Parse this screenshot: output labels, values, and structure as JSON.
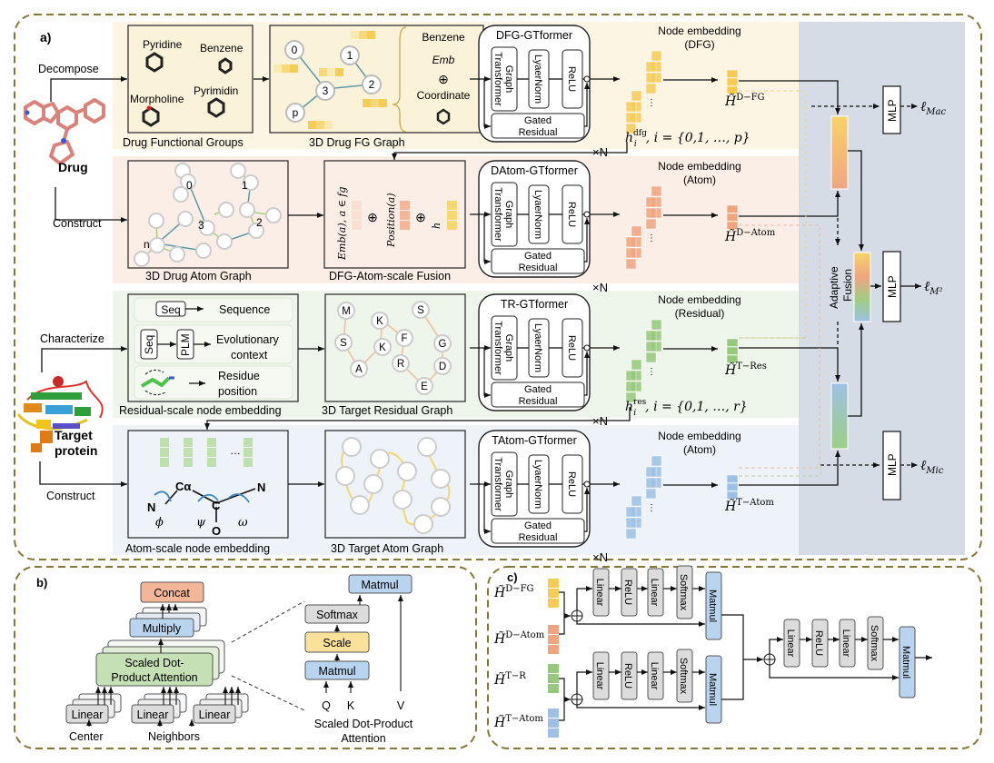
{
  "panel_a": {
    "label": "a)",
    "drug_label": "Drug",
    "protein_label": [
      "Target",
      "protein"
    ],
    "edge_labels": {
      "decompose": "Decompose",
      "construct_drug": "Construct",
      "characterize": "Characterize",
      "construct_protein": "Construct"
    },
    "row1": {
      "fg_box_caption": "Drug Functional Groups",
      "fg_names": [
        "Pyridine",
        "Benzene",
        "Morpholine",
        "Pyrimidin"
      ],
      "graph_caption": "3D Drug FG Graph",
      "graph_nodes": [
        "0",
        "1",
        "2",
        "3",
        "p"
      ],
      "emb_label_top": "Benzene",
      "emb_label_mid": "Emb",
      "emb_plus": "⊕",
      "emb_label_bot": "Coordinate",
      "former_title": "DFG-GTformer",
      "node_emb_title": [
        "Node embedding",
        "(DFG)"
      ],
      "h_tilde": "H̃",
      "h_sup": "D−FG",
      "index_formula": "h",
      "index_sup": "dfg",
      "index_sub": "i",
      "index_set": ", i = {0,1, …, p}"
    },
    "row2": {
      "graph_caption": "3D Drug Atom Graph",
      "graph_nodes": [
        "0",
        "1",
        "2",
        "3",
        "n"
      ],
      "fusion_caption": "DFG-Atom-scale Fusion",
      "fusion_terms": [
        "Emb(a), a ∈ fg",
        "Position(a)",
        "h"
      ],
      "fusion_plus": "⊕",
      "former_title": "DAtom-GTformer",
      "node_emb_title": [
        "Node embedding",
        "(Atom)"
      ],
      "h_sup": "D−Atom"
    },
    "row3": {
      "emb_caption": "Residual-scale node embedding",
      "seq_label": "Seq",
      "plm_label": "PLM",
      "sequence_label": "Sequence",
      "evo_label": [
        "Evolutionary",
        "context"
      ],
      "residue_label": [
        "Residue",
        "position"
      ],
      "graph_caption": "3D Target Residual Graph",
      "graph_nodes": [
        "M",
        "S",
        "A",
        "K",
        "K",
        "F",
        "R",
        "S",
        "G",
        "D",
        "E"
      ],
      "former_title": "TR-GTformer",
      "node_emb_title": [
        "Node embedding",
        "(Residual)"
      ],
      "h_sup": "T−Res",
      "index_sup": "res",
      "index_set": ", i = {0,1, …, r}"
    },
    "row4": {
      "emb_caption": "Atom-scale node embedding",
      "backbone_atoms": [
        "N",
        "Cα",
        "C",
        "N",
        "O"
      ],
      "angles": [
        "ϕ",
        "ψ",
        "ω"
      ],
      "ellipsis": "…",
      "graph_caption": "3D Target Atom Graph",
      "former_title": "TAtom-GTformer",
      "node_emb_title": [
        "Node embedding",
        "(Atom)"
      ],
      "h_sup": "T−Atom"
    },
    "former_blocks": [
      "Graph Transformer",
      "LyaerNorm",
      "ReLU",
      "Gated Residual"
    ],
    "times_n": "×N",
    "fusion_panel": {
      "adaptive_label": [
        "Adaptive",
        "Fusion"
      ],
      "mlp_label": "MLP",
      "loss_mac": "ℓ",
      "loss_mac_sub": "Mac",
      "loss_m2": "ℓ",
      "loss_m2_sub": "M²",
      "loss_mic": "ℓ",
      "loss_mic_sub": "Mic"
    }
  },
  "panel_b": {
    "label": "b)",
    "concat": "Concat",
    "multiply": "Multiply",
    "sdpa": [
      "Scaled Dot-",
      "Product Attention"
    ],
    "linear": "Linear",
    "inputs": [
      "Center",
      "Neighbors"
    ],
    "detail": {
      "matmul_top": "Matmul",
      "softmax": "Softmax",
      "scale": "Scale",
      "matmul_bottom": "Matmul",
      "q": "Q",
      "k": "K",
      "v": "V",
      "caption": [
        "Scaled Dot-Product",
        "Attention"
      ]
    }
  },
  "panel_c": {
    "label": "c)",
    "inputs": [
      {
        "sup": "D−FG",
        "color": "#f7cc55"
      },
      {
        "sup": "D−Atom",
        "color": "#f0a57f"
      },
      {
        "sup": "T−R",
        "color": "#96c97c"
      },
      {
        "sup": "T−Atom",
        "color": "#9dc1e4"
      }
    ],
    "blocks": [
      "Linear",
      "ReLU",
      "Linear",
      "Softmax"
    ],
    "matmul": "Matmul"
  },
  "colors": {
    "row_drug_fg": "#fdf5e3",
    "row_drug_atom": "#fbeee6",
    "row_target_res": "#eef5ea",
    "row_target_atom": "#edf3f9",
    "fusion_panel": "#d6dce6",
    "dashed_border": "#8a7535",
    "fg_yellow": "#f7cc55",
    "atom_orange": "#f0a57f",
    "res_green": "#96c97c",
    "tatom_blue": "#9dc1e4",
    "concat": "#f3b699",
    "multiply": "#b9d4ee",
    "sdpa": "#c4e0b4",
    "linear": "#dcdcdc",
    "scale": "#fbe29a"
  }
}
